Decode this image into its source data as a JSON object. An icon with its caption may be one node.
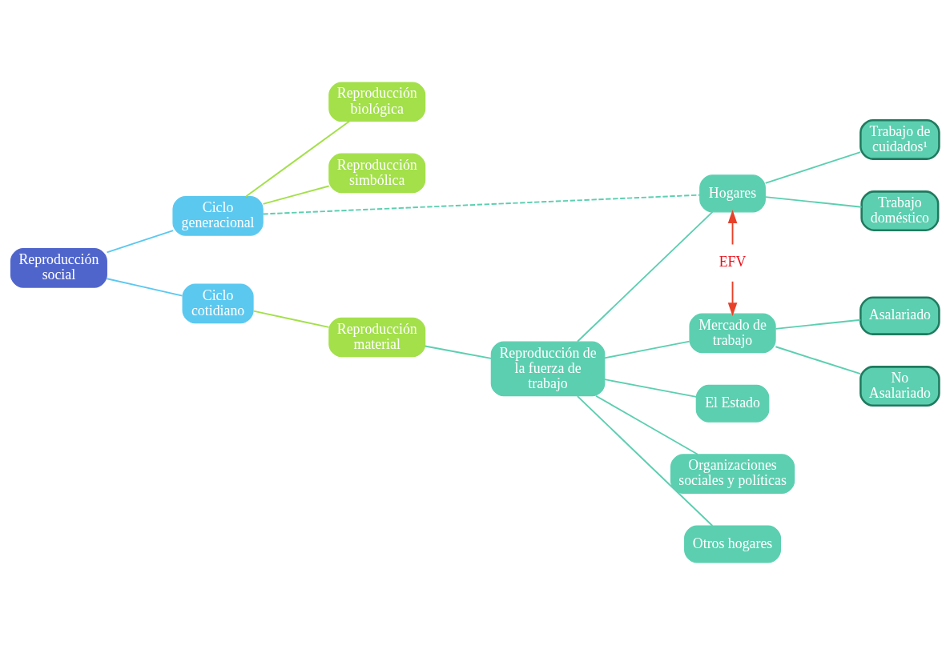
{
  "diagram": {
    "nodes": [
      {
        "text": [
          "Reproducción social"
        ]
      },
      {
        "text": [
          "Ciclo generacional"
        ]
      },
      {
        "text": [
          "Reproducción biológica"
        ]
      },
      {
        "text": [
          "Reproducción simbólica"
        ]
      },
      {
        "text": [
          "Ciclo cotidiano"
        ]
      },
      {
        "text": [
          "Reproducción material"
        ]
      },
      {
        "text": [
          "Reproducción de la fuerza de trabajo"
        ]
      },
      {
        "text": [
          "Hogares"
        ]
      },
      {
        "text": [
          "Trabajo de cuidados¹"
        ]
      },
      {
        "text": [
          "Trabajo doméstico"
        ]
      },
      {
        "text": [
          "EFV"
        ]
      },
      {
        "text": [
          "Mercado de trabajo"
        ]
      },
      {
        "text": [
          "Asalariado"
        ]
      },
      {
        "text": [
          "No Asalariado"
        ]
      },
      {
        "text": [
          "El Estado"
        ]
      },
      {
        "text": [
          "Organizaciones sociales y políticas"
        ]
      },
      {
        "text": [
          "Otros hogares"
        ]
      }
    ],
    "edges": [
      {
        "from": 0,
        "to": 1,
        "arrow": "none",
        "color": "#5bc8f0"
      },
      {
        "from": 0,
        "to": 4,
        "arrow": "none",
        "color": "#5bc8f0"
      },
      {
        "from": 1,
        "to": 2,
        "arrow": "none",
        "color": "#a3e04a"
      },
      {
        "from": 1,
        "to": 3,
        "arrow": "none",
        "color": "#a3e04a"
      },
      {
        "from": 1,
        "to": 7,
        "arrow": "none",
        "style": "dashed"
      },
      {
        "from": 4,
        "to": 5,
        "arrow": "none",
        "color": "#a3e04a"
      },
      {
        "from": 5,
        "to": 6,
        "arrow": "none"
      },
      {
        "from": 6,
        "to": 7,
        "arrow": "none"
      },
      {
        "from": 6,
        "to": 11,
        "arrow": "none"
      },
      {
        "from": 6,
        "to": 14,
        "arrow": "none"
      },
      {
        "from": 6,
        "to": 15,
        "arrow": "none"
      },
      {
        "from": 6,
        "to": 16,
        "arrow": "none"
      },
      {
        "from": 7,
        "to": 8,
        "arrow": "none"
      },
      {
        "from": 7,
        "to": 9,
        "arrow": "none"
      },
      {
        "from": 11,
        "to": 12,
        "arrow": "none"
      },
      {
        "from": 11,
        "to": 13,
        "arrow": "none"
      },
      {
        "from": 10,
        "to": 7,
        "arrow": "to",
        "color": "#e8412a"
      },
      {
        "from": 10,
        "to": 11,
        "arrow": "to",
        "color": "#e8412a"
      }
    ]
  }
}
